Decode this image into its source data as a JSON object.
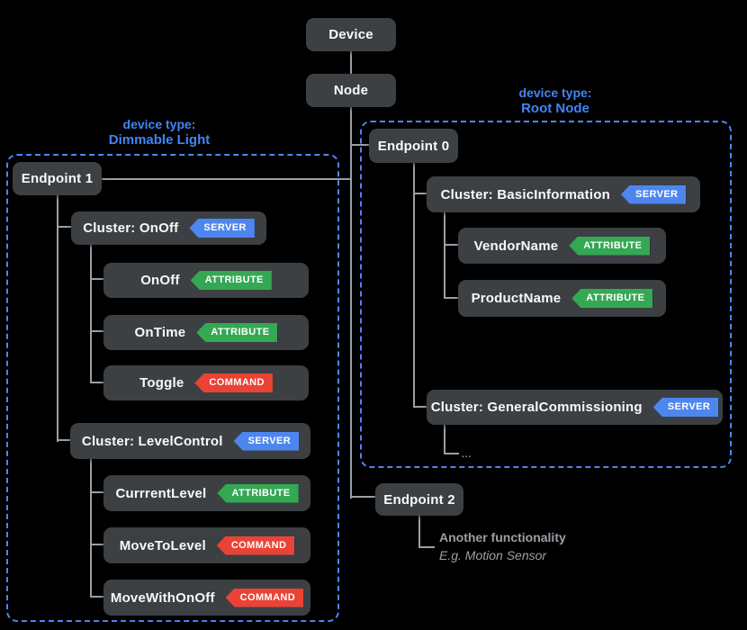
{
  "colors": {
    "background": "#000000",
    "box": "#3c4043",
    "box_text": "#f8f9fa",
    "connector": "#9aa0a6",
    "accent_blue": "#4285f4",
    "badge_server": "#4e86f0",
    "badge_attribute": "#34a853",
    "badge_command": "#ea4335",
    "note_gray": "#9aa0a6"
  },
  "tree": {
    "device": "Device",
    "node": "Node",
    "left_group": {
      "type_label": "device type:",
      "type_name": "Dimmable Light",
      "endpoint": "Endpoint 1",
      "items": [
        {
          "label": "Cluster: OnOff",
          "badge": "SERVER"
        },
        {
          "label": "OnOff",
          "badge": "ATTRIBUTE"
        },
        {
          "label": "OnTime",
          "badge": "ATTRIBUTE"
        },
        {
          "label": "Toggle",
          "badge": "COMMAND"
        },
        {
          "label": "Cluster: LevelControl",
          "badge": "SERVER"
        },
        {
          "label": "CurrrentLevel",
          "badge": "ATTRIBUTE"
        },
        {
          "label": "MoveToLevel",
          "badge": "COMMAND"
        },
        {
          "label": "MoveWithOnOff",
          "badge": "COMMAND"
        }
      ]
    },
    "right_group": {
      "type_label": "device type:",
      "type_name": "Root Node",
      "endpoint": "Endpoint 0",
      "items": [
        {
          "label": "Cluster: BasicInformation",
          "badge": "SERVER"
        },
        {
          "label": "VendorName",
          "badge": "ATTRIBUTE"
        },
        {
          "label": "ProductName",
          "badge": "ATTRIBUTE"
        },
        {
          "label": "Cluster: GeneralCommissioning",
          "badge": "SERVER"
        }
      ],
      "ellipsis": "..."
    },
    "endpoint2": {
      "label": "Endpoint 2",
      "note_line1": "Another functionality",
      "note_line2": "E.g. Motion Sensor"
    }
  }
}
